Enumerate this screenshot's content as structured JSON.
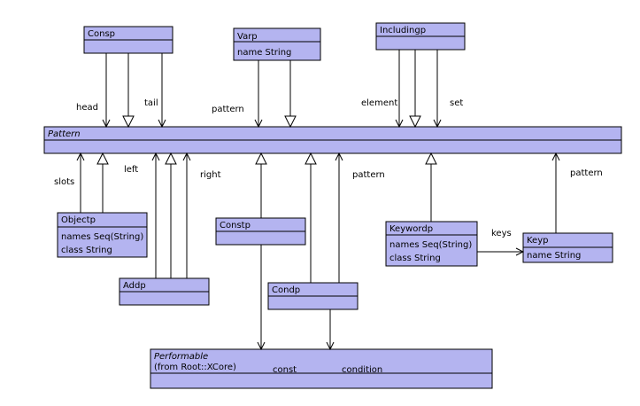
{
  "classes": {
    "consp": {
      "name": "Consp",
      "attrs": []
    },
    "varp": {
      "name": "Varp",
      "attrs": [
        "name String"
      ]
    },
    "includingp": {
      "name": "Includingp",
      "attrs": []
    },
    "pattern": {
      "name": "Pattern",
      "attrs": []
    },
    "objectp": {
      "name": "Objectp",
      "attrs": [
        "names Seq(String)",
        "class   String"
      ]
    },
    "addp": {
      "name": "Addp",
      "attrs": []
    },
    "constp": {
      "name": "Constp",
      "attrs": []
    },
    "condp": {
      "name": "Condp",
      "attrs": []
    },
    "keywordp": {
      "name": "Keywordp",
      "attrs": [
        "names Seq(String)",
        "class   String"
      ]
    },
    "keyp": {
      "name": "Keyp",
      "attrs": [
        "name String"
      ]
    },
    "performable": {
      "name": "Performable",
      "subtitle": "(from Root::XCore)",
      "attrs": []
    }
  },
  "labels": {
    "head": "head",
    "tail": "tail",
    "varp_pattern": "pattern",
    "element": "element",
    "set": "set",
    "slots": "slots",
    "left": "left",
    "right": "right",
    "condp_pattern": "pattern",
    "keys": "keys",
    "keyp_pattern": "pattern",
    "const": "const",
    "condition": "condition"
  }
}
